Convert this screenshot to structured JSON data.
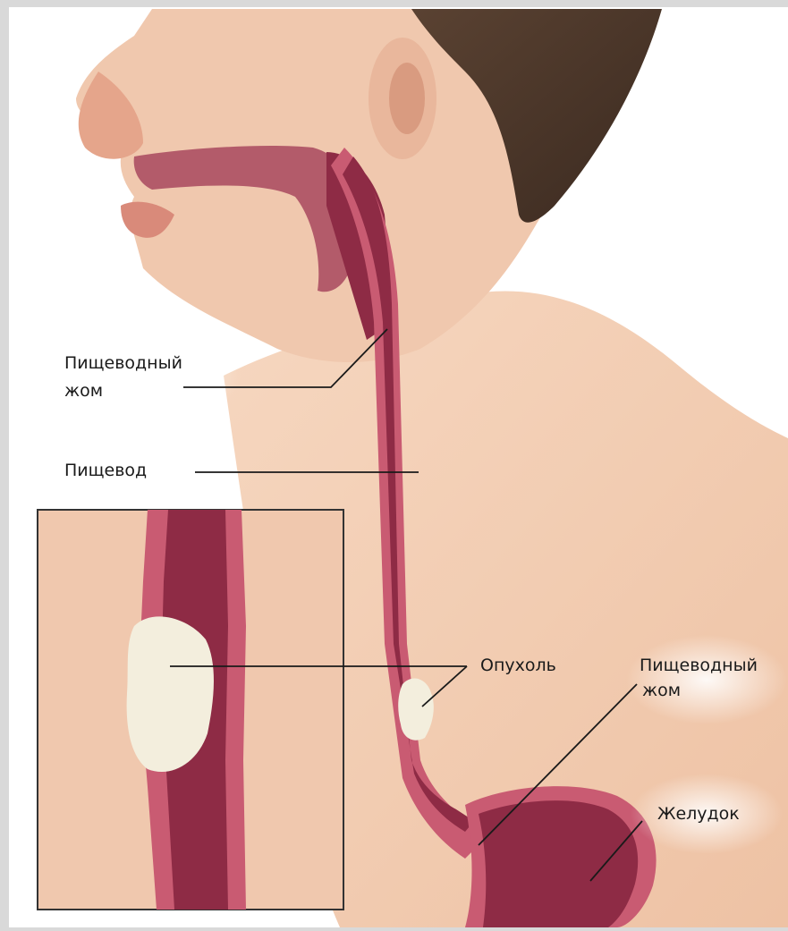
{
  "labels": {
    "upper_sphincter_line1": "Пищеводный",
    "upper_sphincter_line2": "жом",
    "esophagus": "Пищевод",
    "tumor": "Опухоль",
    "lower_sphincter_line1": "Пищеводный",
    "lower_sphincter_line2": "жом",
    "stomach": "Желудок"
  },
  "colors": {
    "frame": "#d9d9d9",
    "skin": "#f2cdb3",
    "tissue": "#8e2b45",
    "wall": "#c95b72",
    "hair": "#4a3428",
    "tumor": "#f3eedd",
    "leader_line": "#1a1a1a"
  }
}
